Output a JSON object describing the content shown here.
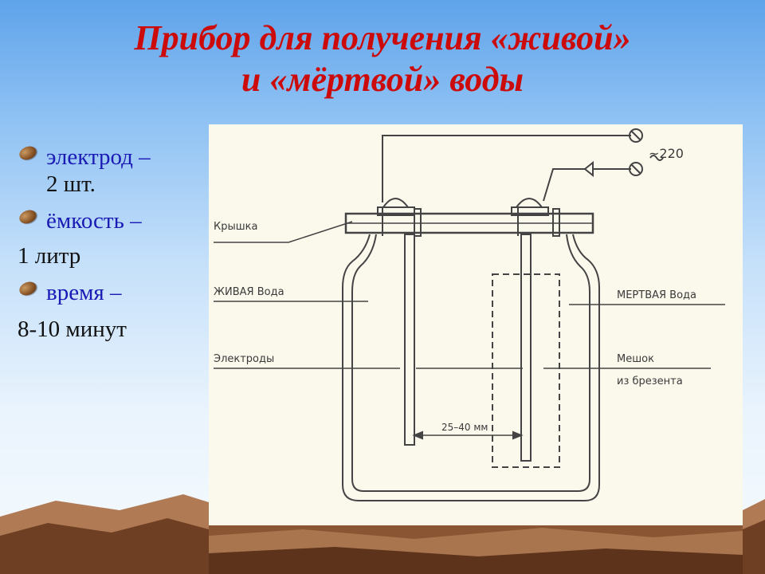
{
  "title": {
    "line1": "Прибор для получения «живой»",
    "line2": "и «мёртвой» воды"
  },
  "bullets": [
    {
      "text": "электрод –",
      "cont": "2 шт."
    },
    {
      "text": "ёмкость –"
    },
    {
      "plain": "1 литр"
    },
    {
      "text": "время –"
    },
    {
      "plain": "8-10 минут"
    }
  ],
  "diagram": {
    "voltage": "~220",
    "lid": "Крышка",
    "live_water": "ЖИВАЯ Вода",
    "dead_water": "МЕРТВАЯ Вода",
    "electrodes": "Электроды",
    "bag_line1": "Мешок",
    "bag_line2": "из брезента",
    "gap": "25–40 мм"
  },
  "colors": {
    "title": "#cc0a0a",
    "bullet_text": "#1a1ab5",
    "plain_text": "#111111",
    "diagram_bg": "#fbf8ec"
  }
}
